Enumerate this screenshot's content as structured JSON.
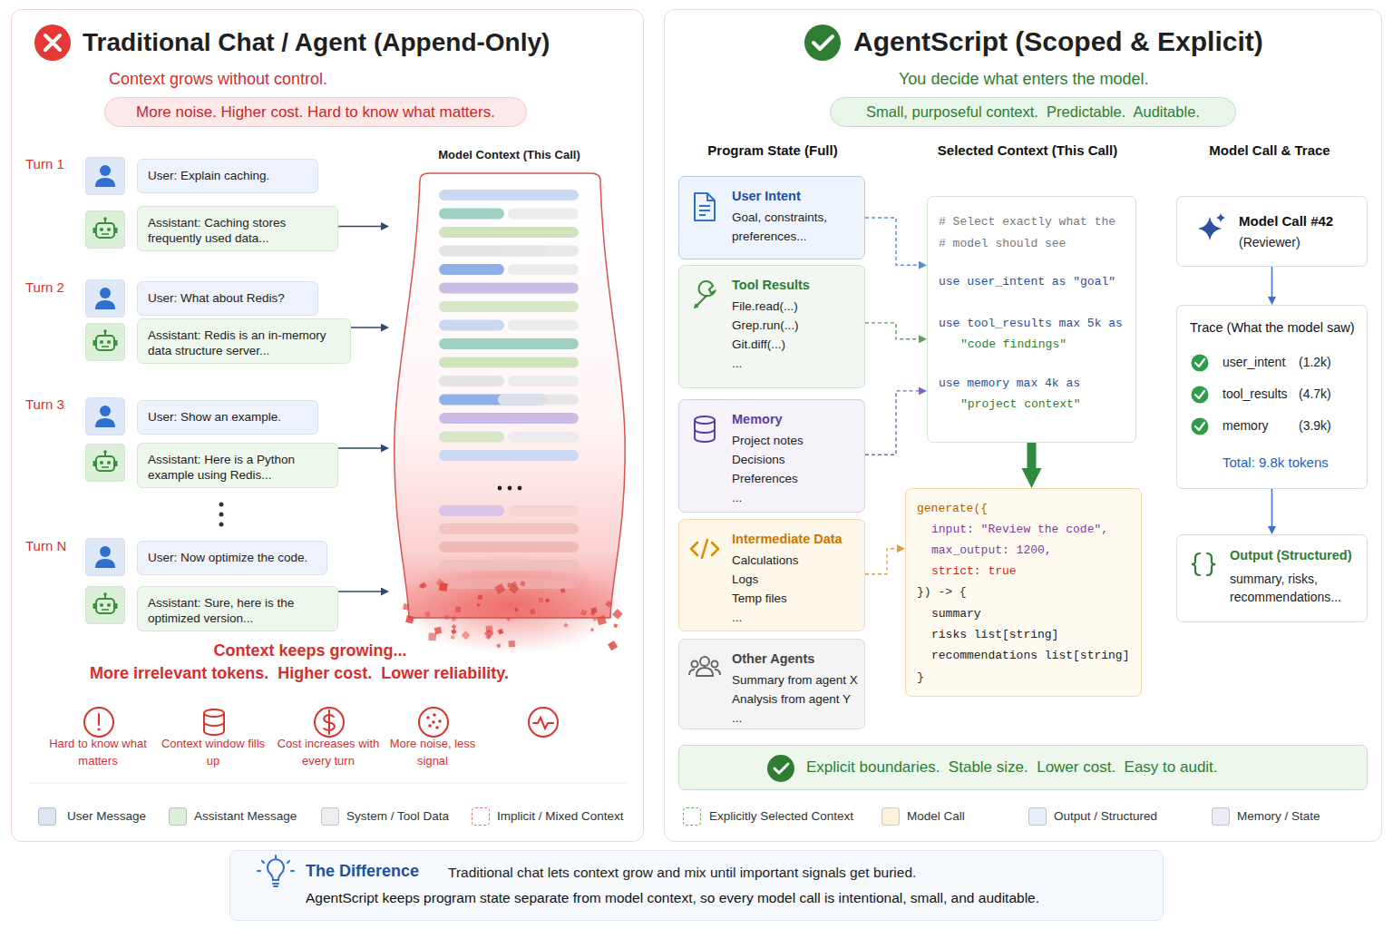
{
  "diagram": {
    "nodes": [
      {
        "text": [
          "Traditional Chat / Agent (Append-Only)",
          "Context grows without control."
        ]
      },
      {
        "text": [
          "More noise. Higher cost. Hard to know what matters."
        ],
        "in": 0
      },
      {
        "text": [
          "User: Explain caching."
        ],
        "in": 0
      },
      {
        "text": [
          "Assistant: Caching stores frequently used data..."
        ],
        "in": 0
      },
      {
        "text": [
          "User: What about Redis?"
        ],
        "in": 0
      },
      {
        "text": [
          "Assistant: Redis is an in-memory data structure server..."
        ],
        "in": 0
      },
      {
        "text": [
          "User: Show an example."
        ],
        "in": 0
      },
      {
        "text": [
          "Assistant: Here is a Python example using Redis..."
        ],
        "in": 0
      },
      {
        "text": [
          "User: Now optimize the code."
        ],
        "in": 0
      },
      {
        "text": [
          "Assistant: Sure, here is the optimized version..."
        ],
        "in": 0
      },
      {
        "text": [
          "Model Context (This Call)"
        ],
        "in": 0
      },
      {
        "text": [
          "AgentScript (Scoped & Explicit)",
          "You decide what enters the model."
        ]
      },
      {
        "text": [
          "Small, purposeful context.  Predictable.  Auditable."
        ],
        "in": 11
      },
      {
        "text": [
          "User Intent",
          "Goal, constraints, preferences..."
        ],
        "in": 11
      },
      {
        "text": [
          "Tool Results",
          "File.read(...)",
          "Grep.run(...)",
          "Git.diff(...)",
          "..."
        ],
        "in": 11
      },
      {
        "text": [
          "Memory",
          "Project notes",
          "Decisions",
          "Preferences",
          "..."
        ],
        "in": 11
      },
      {
        "text": [
          "Intermediate Data",
          "Calculations",
          "Logs",
          "Temp files",
          "..."
        ],
        "in": 11
      },
      {
        "text": [
          "Other Agents",
          "Summary from agent X",
          "Analysis from agent Y",
          "..."
        ],
        "in": 11
      },
      {
        "text": [
          "# Select exactly what the",
          "# model should see",
          "use user_intent as \"goal\"",
          "use tool_results max 5k as",
          "\"code findings\"",
          "use memory max 4k as",
          "\"project context\""
        ],
        "in": 11
      },
      {
        "text": [
          "generate({",
          "input: \"Review the code\",",
          "max_output: 1200,",
          "strict: true",
          "}) -> {",
          "summary",
          "risks list[string]",
          "recommendations list[string]",
          "}"
        ],
        "in": 11
      },
      {
        "text": [
          "Model Call #42",
          "(Reviewer)"
        ],
        "in": 11
      },
      {
        "text": [
          "Trace (What the model saw)",
          "user_intent",
          "(1.2k)",
          "tool_results",
          "(4.7k)",
          "memory",
          "(3.9k)",
          "Total: 9.8k tokens"
        ],
        "in": 11
      },
      {
        "text": [
          "Output (Structured)",
          "summary, risks, recommendations..."
        ],
        "in": 11
      },
      {
        "text": [
          "Explicit boundaries.  Stable size.  Lower cost.  Easy to audit."
        ],
        "in": 11
      },
      {
        "text": [
          "The Difference",
          "Traditional chat lets context grow and mix until important signals get buried.",
          "AgentScript keeps program state separate from model context, so every model call is intentional, small, and auditable."
        ]
      }
    ],
    "edges": [
      {
        "from": 3,
        "to": 10,
        "arrow": "to"
      },
      {
        "from": 5,
        "to": 10,
        "arrow": "to"
      },
      {
        "from": 7,
        "to": 10,
        "arrow": "to"
      },
      {
        "from": 9,
        "to": 10,
        "arrow": "to"
      },
      {
        "from": 13,
        "to": 18,
        "arrow": "to"
      },
      {
        "from": 14,
        "to": 18,
        "arrow": "to"
      },
      {
        "from": 15,
        "to": 18,
        "arrow": "to"
      },
      {
        "from": 16,
        "to": 19,
        "arrow": "to"
      },
      {
        "from": 18,
        "to": 19,
        "arrow": "to"
      },
      {
        "from": 20,
        "to": 21,
        "arrow": "to"
      },
      {
        "from": 21,
        "to": 22,
        "arrow": "to"
      }
    ],
    "labels": [
      "Turn 1",
      "Turn 2",
      "Turn 3",
      "Turn N",
      "Context keeps growing...",
      "More irrelevant tokens.  Higher cost.  Lower reliability.",
      "Hard to know what matters",
      "Context window fills up",
      "Cost increases with every turn",
      "More noise, less signal",
      "Program State (Full)",
      "Selected Context (This Call)",
      "Model Call & Trace"
    ],
    "legend": [
      {
        "text": "User Message",
        "color": "#dbe7f7"
      },
      {
        "text": "Assistant Message",
        "color": "#dcefd8"
      },
      {
        "text": "System / Tool Data",
        "color": "#eeeeee"
      },
      {
        "text": "Implicit / Mixed Context"
      },
      {
        "text": "Explicitly Selected Context"
      },
      {
        "text": "Model Call",
        "color": "#fdf3dc"
      },
      {
        "text": "Output / Structured",
        "color": "#e6effb"
      },
      {
        "text": "Memory / State",
        "color": "#efeaf7"
      }
    ]
  }
}
